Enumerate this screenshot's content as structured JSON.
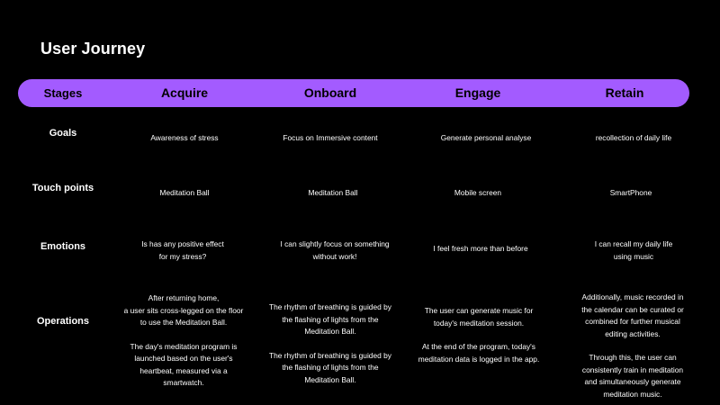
{
  "title": "User Journey",
  "header": {
    "stages": "Stages",
    "acquire": "Acquire",
    "onboard": "Onboard",
    "engage": "Engage",
    "retain": "Retain"
  },
  "rows": {
    "goals": {
      "label": "Goals",
      "acquire": "Awareness of  stress",
      "onboard": "Focus on Immersive content",
      "engage": "Generate personal analyse",
      "retain": "recollection  of daily life"
    },
    "touch_points": {
      "label": "Touch points",
      "acquire": "Meditation Ball",
      "onboard": "Meditation Ball",
      "engage": "Mobile screen",
      "retain": "SmartPhone"
    },
    "emotions": {
      "label": "Emotions",
      "acquire": "Is has any positive effect\nfor my stress?",
      "onboard": "I can slightly focus on something\nwithout work!",
      "engage": "I feel fresh more than before",
      "retain": "I can recall my daily life\nusing music"
    },
    "operations": {
      "label": "Operations",
      "acquire_1": "After returning home,\na user sits cross-legged on the floor\nto use the Meditation Ball.",
      "acquire_2": "The day's meditation program is\nlaunched based on the user's\nheartbeat, measured via a\nsmartwatch.",
      "onboard_1": "The rhythm of breathing is guided by\nthe flashing of lights  from the\nMeditation Ball.",
      "onboard_2": "The rhythm of breathing is guided by\nthe flashing of lights from the\nMeditation Ball.",
      "engage_1": "The user can generate music for\ntoday's meditation session.",
      "engage_2": "At the end of the program, today's\nmeditation data is logged in the app.",
      "retain_1": "Additionally, music recorded in\nthe calendar can be curated or\ncombined for further musical\nediting activities.",
      "retain_2": "Through this, the user can\nconsistently train in meditation\nand simultaneously generate\nmeditation music."
    }
  }
}
